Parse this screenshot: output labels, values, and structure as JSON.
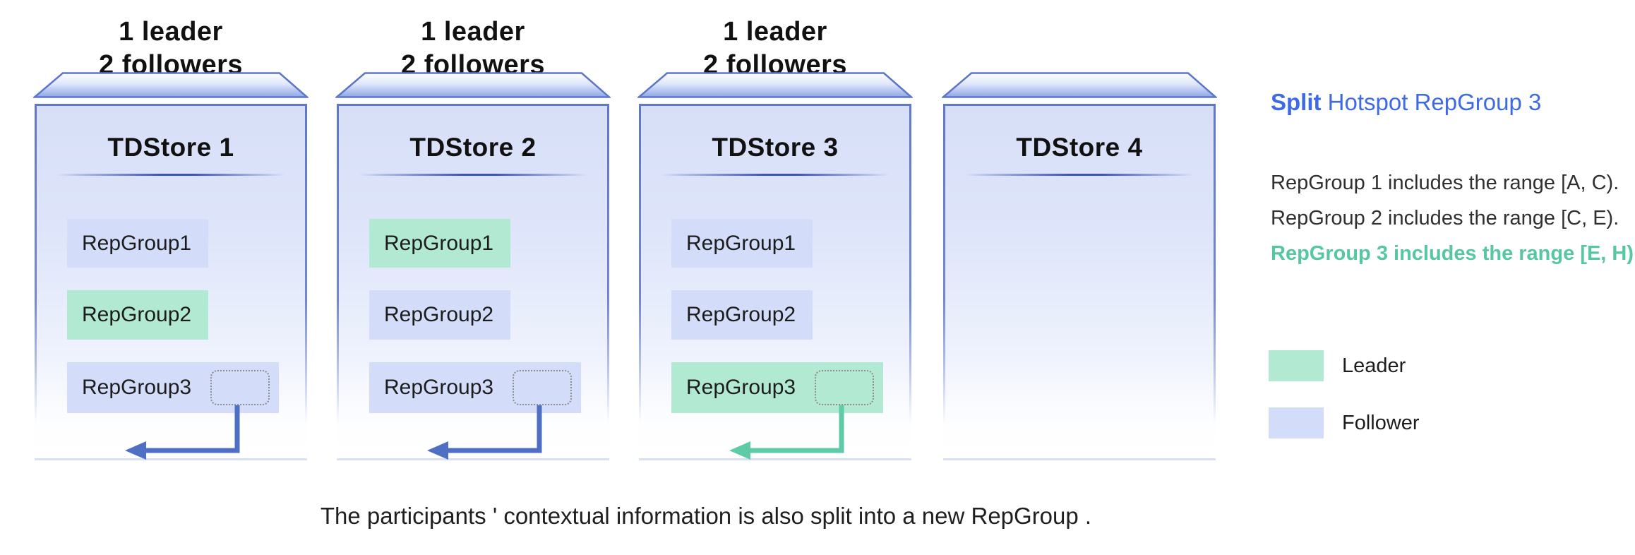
{
  "figure": {
    "stores": [
      {
        "title": "TDStore 1",
        "top_label": {
          "line1": "1 leader",
          "line2": "2 followers"
        },
        "repgroups": [
          {
            "label": "RepGroup1",
            "role": "follower"
          },
          {
            "label": "RepGroup2",
            "role": "leader"
          },
          {
            "label": "RepGroup3",
            "role": "follower"
          }
        ],
        "split_arrow_color_name": "blue"
      },
      {
        "title": "TDStore 2",
        "top_label": {
          "line1": "1 leader",
          "line2": "2 followers"
        },
        "repgroups": [
          {
            "label": "RepGroup1",
            "role": "leader"
          },
          {
            "label": "RepGroup2",
            "role": "follower"
          },
          {
            "label": "RepGroup3",
            "role": "follower"
          }
        ],
        "split_arrow_color_name": "blue"
      },
      {
        "title": "TDStore 3",
        "top_label": {
          "line1": "1 leader",
          "line2": "2 followers"
        },
        "repgroups": [
          {
            "label": "RepGroup1",
            "role": "follower"
          },
          {
            "label": "RepGroup2",
            "role": "follower"
          },
          {
            "label": "RepGroup3",
            "role": "leader"
          }
        ],
        "split_arrow_color_name": "green"
      },
      {
        "title": "TDStore 4",
        "top_label": {
          "line1": "",
          "line2": ""
        },
        "repgroups": []
      }
    ],
    "side_panel": {
      "title": {
        "bold": "Split",
        "rest": " Hotspot RepGroup 3"
      },
      "lines": [
        {
          "text": "RepGroup 1 includes the range [A, C).",
          "emphasis": "none"
        },
        {
          "text": "RepGroup 2 includes the range [C, E).",
          "emphasis": "none"
        },
        {
          "text": "RepGroup 3 includes the range [E, H).",
          "emphasis": "green"
        }
      ],
      "legend": [
        {
          "label": "Leader",
          "swatch": "leader"
        },
        {
          "label": "Follower",
          "swatch": "follower"
        }
      ]
    },
    "caption": "The participants ' contextual information is also split into a new RepGroup .",
    "colors": {
      "leader_fill": "#b2e9d2",
      "follower_fill": "#d3dcf9",
      "box_border": "#5f78cb",
      "box_fill_top": "#d7dff8",
      "lid_blue": "#8fa6e8",
      "separator": "#3c56b4",
      "arrow_blue": "#4f6fc5",
      "arrow_green": "#5ecba6",
      "title_blue": "#3e6ae4",
      "range_green": "#57c7a2",
      "dark_text": "#303030",
      "heading_text": "#111111",
      "dashed_border": "#8d8d8d"
    }
  }
}
